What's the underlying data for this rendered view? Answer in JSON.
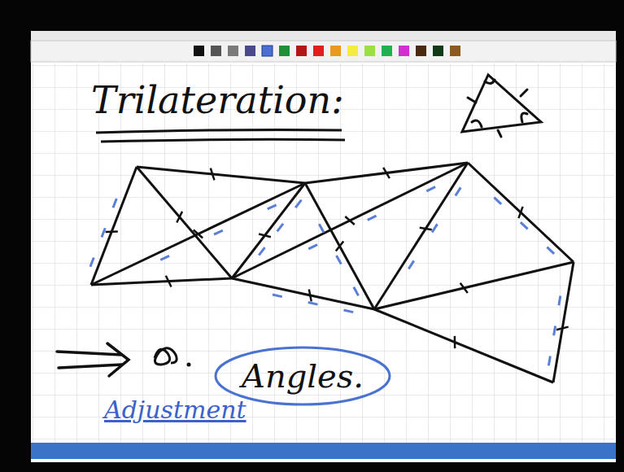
{
  "diagram": {
    "title": "Trilateration:",
    "nodes": [
      {
        "text": [
          "Angles."
        ]
      }
    ],
    "labels": [
      "Adjustment"
    ]
  }
}
